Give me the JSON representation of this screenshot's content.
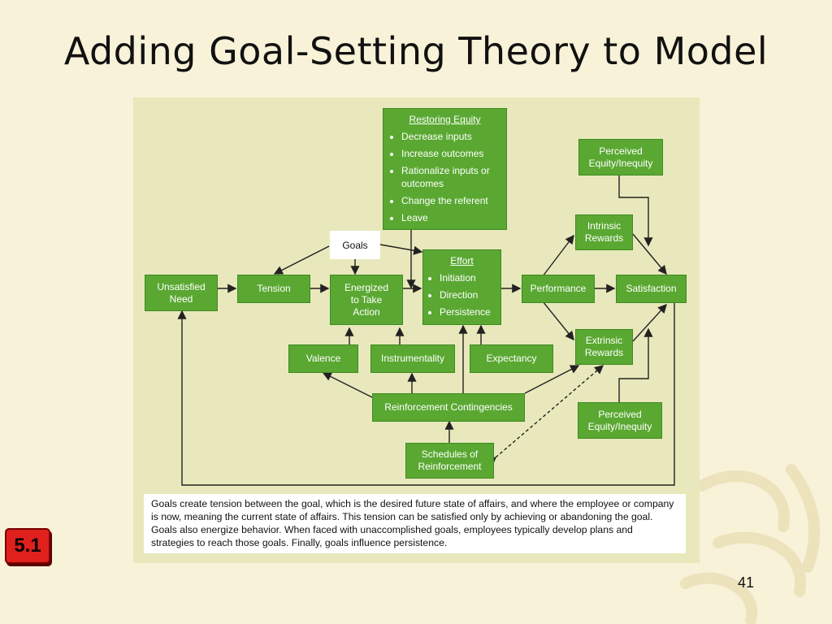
{
  "slide": {
    "title": "Adding Goal-Setting Theory to Model",
    "badge": "5.1",
    "page_number": "41"
  },
  "diagram": {
    "restoring_equity": {
      "heading": "Restoring Equity",
      "items": [
        "Decrease inputs",
        "Increase outcomes",
        "Rationalize inputs or outcomes",
        "Change the referent",
        "Leave"
      ]
    },
    "goals": "Goals",
    "unsatisfied_need": [
      "Unsatisfied",
      "Need"
    ],
    "tension": "Tension",
    "energized": [
      "Energized",
      "to Take",
      "Action"
    ],
    "effort": {
      "heading": "Effort",
      "items": [
        "Initiation",
        "Direction",
        "Persistence"
      ]
    },
    "performance": "Performance",
    "satisfaction": "Satisfaction",
    "perceived_equity_top": [
      "Perceived",
      "Equity/Inequity"
    ],
    "perceived_equity_bottom": [
      "Perceived",
      "Equity/Inequity"
    ],
    "intrinsic_rewards": [
      "Intrinsic",
      "Rewards"
    ],
    "extrinsic_rewards": [
      "Extrinsic",
      "Rewards"
    ],
    "valence": "Valence",
    "instrumentality": "Instrumentality",
    "expectancy": "Expectancy",
    "reinforcement_contingencies": "Reinforcement Contingencies",
    "schedules": [
      "Schedules of",
      "Reinforcement"
    ]
  },
  "caption": "Goals create tension between the goal, which is the desired future state of affairs, and where the employee or company is now, meaning the current state of affairs. This tension can be satisfied only by achieving or abandoning the goal. Goals also energize behavior. When faced with unaccomplished goals, employees typically develop plans and strategies to reach those goals. Finally, goals influence persistence.",
  "colors": {
    "box_green": "#5aa832",
    "panel": "#e8e8bc",
    "background": "#f8f2d8",
    "badge_red": "#e0201c"
  }
}
